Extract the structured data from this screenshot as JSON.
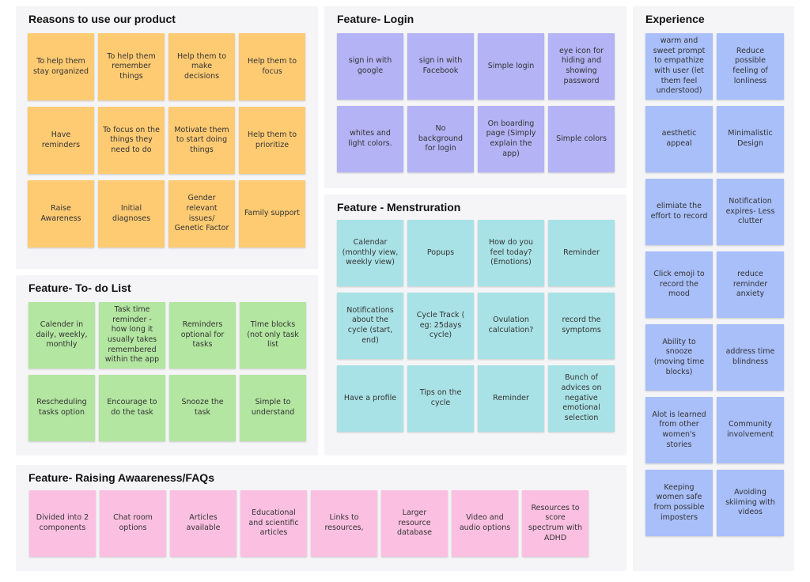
{
  "colors": {
    "canvas": "#ffffff",
    "section_bg": "#f5f5f7",
    "orange": "#fecb73",
    "purple": "#b3b3f5",
    "teal": "#a9e2e6",
    "green": "#b3e6a1",
    "pink": "#fbc0e1",
    "blue": "#a9bffa"
  },
  "sections": {
    "reasons": {
      "title": "Reasons to use our product",
      "notes": [
        "To help them stay organized",
        "To help them remember things",
        "Help them to make decisions",
        "Help them to focus",
        "Have reminders",
        "To focus on the things they need to do",
        "Motivate them to start doing things",
        "Help them to prioritize",
        "Raise Awareness",
        "Initial diagnoses",
        "Gender relevant issues/ Genetic Factor",
        "Family support"
      ]
    },
    "login": {
      "title": "Feature- Login",
      "notes": [
        "sign in with google",
        "sign in with Facebook",
        "Simple login",
        "eye icon for hiding and showing password",
        "whites and light colors.",
        "No background for login",
        "On boarding page (Simply explain the app)",
        "Simple colors"
      ]
    },
    "menstruation": {
      "title": "Feature - Menstruration",
      "notes": [
        "Calendar (monthly view, weekly view)",
        "Popups",
        "How do you feel today? (Emotions)",
        "Reminder",
        "Notifications about the cycle (start, end)",
        "Cycle Track ( eg: 25days cycle)",
        "Ovulation calculation?",
        "record the symptoms",
        "Have a profile",
        "Tips on the cycle",
        "Reminder",
        "Bunch of advices on negative emotional selection"
      ]
    },
    "todo": {
      "title": "Feature- To- do List",
      "notes": [
        "Calender in daily, weekly, monthly",
        "Task time reminder - how long it usually takes remembered within the app",
        "Reminders optional for tasks",
        "Time blocks (not only task list",
        "Rescheduling tasks option",
        "Encourage to do the task",
        "Snooze the task",
        "Simple to understand"
      ]
    },
    "awareness": {
      "title": "Feature- Raising Awaareness/FAQs",
      "notes": [
        "Divided into 2 components",
        "Chat room options",
        "Articles available",
        "Educational and scientific articles",
        "Links to resources,",
        "Larger resource database",
        "Video and audio options",
        "Resources to score spectrum with ADHD"
      ]
    },
    "experience": {
      "title": "Experience",
      "notes": [
        "warm and sweet prompt to empathize with user (let them feel understood)",
        "Reduce possible feeling of lonliness",
        "aesthetic appeal",
        "Minimalistic Design",
        "elimiate the effort to record",
        "Notification expires- Less clutter",
        "Click emoji to record the mood",
        "reduce reminder anxiety",
        "Ability to snooze (moving time blocks)",
        "address time blindness",
        "Alot is learned from other women's stories",
        "Community involvement",
        "Keeping women safe from possible imposters",
        "Avoiding skiiming with videos"
      ]
    }
  }
}
